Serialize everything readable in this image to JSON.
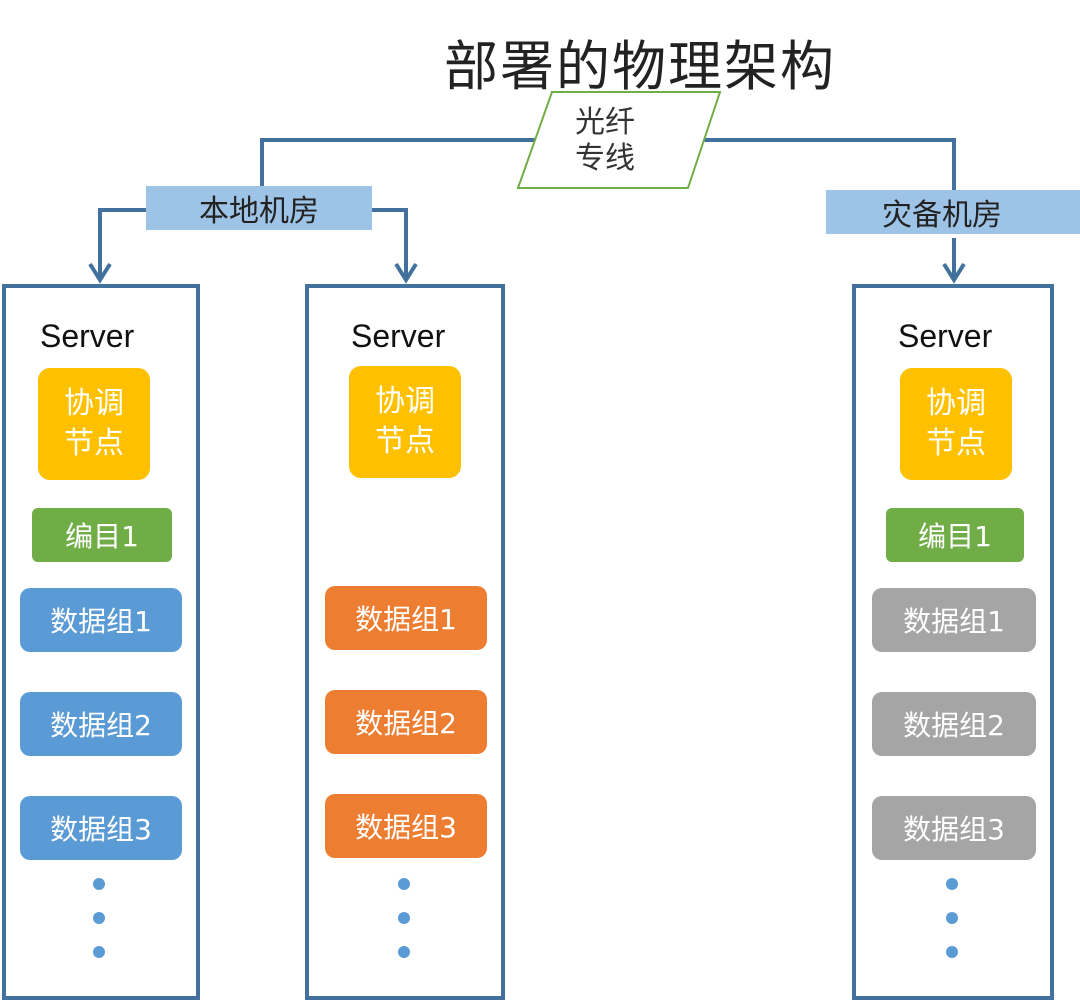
{
  "title": "部署的物理架构",
  "link": {
    "line1": "光纤",
    "line2": "专线"
  },
  "rooms": {
    "local": "本地机房",
    "dr": "灾备机房"
  },
  "servers": [
    {
      "label": "Server",
      "coord": {
        "line1": "协调",
        "line2": "节点"
      },
      "catalog": "编目1",
      "groups": [
        "数据组1",
        "数据组2",
        "数据组3"
      ],
      "group_color": "#5b9bd5"
    },
    {
      "label": "Server",
      "coord": {
        "line1": "协调",
        "line2": "节点"
      },
      "catalog": "",
      "groups": [
        "数据组1",
        "数据组2",
        "数据组3"
      ],
      "group_color": "#ed7d31"
    },
    {
      "label": "Server",
      "coord": {
        "line1": "协调",
        "line2": "节点"
      },
      "catalog": "编目1",
      "groups": [
        "数据组1",
        "数据组2",
        "数据组3"
      ],
      "group_color": "#a5a5a5"
    }
  ],
  "colors": {
    "coord": "#ffc000",
    "catalog": "#70ad47",
    "room_fill": "#9dc3e6",
    "connector": "#41719c",
    "link_outline": "#70ad47"
  }
}
